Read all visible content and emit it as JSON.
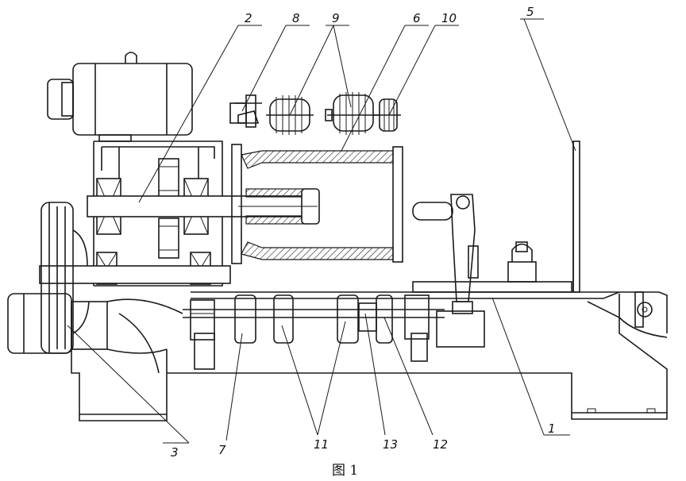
{
  "caption": "图 1",
  "part_numbers": [
    "1",
    "2",
    "3",
    "5",
    "6",
    "7",
    "8",
    "9",
    "10",
    "11",
    "12",
    "13"
  ]
}
